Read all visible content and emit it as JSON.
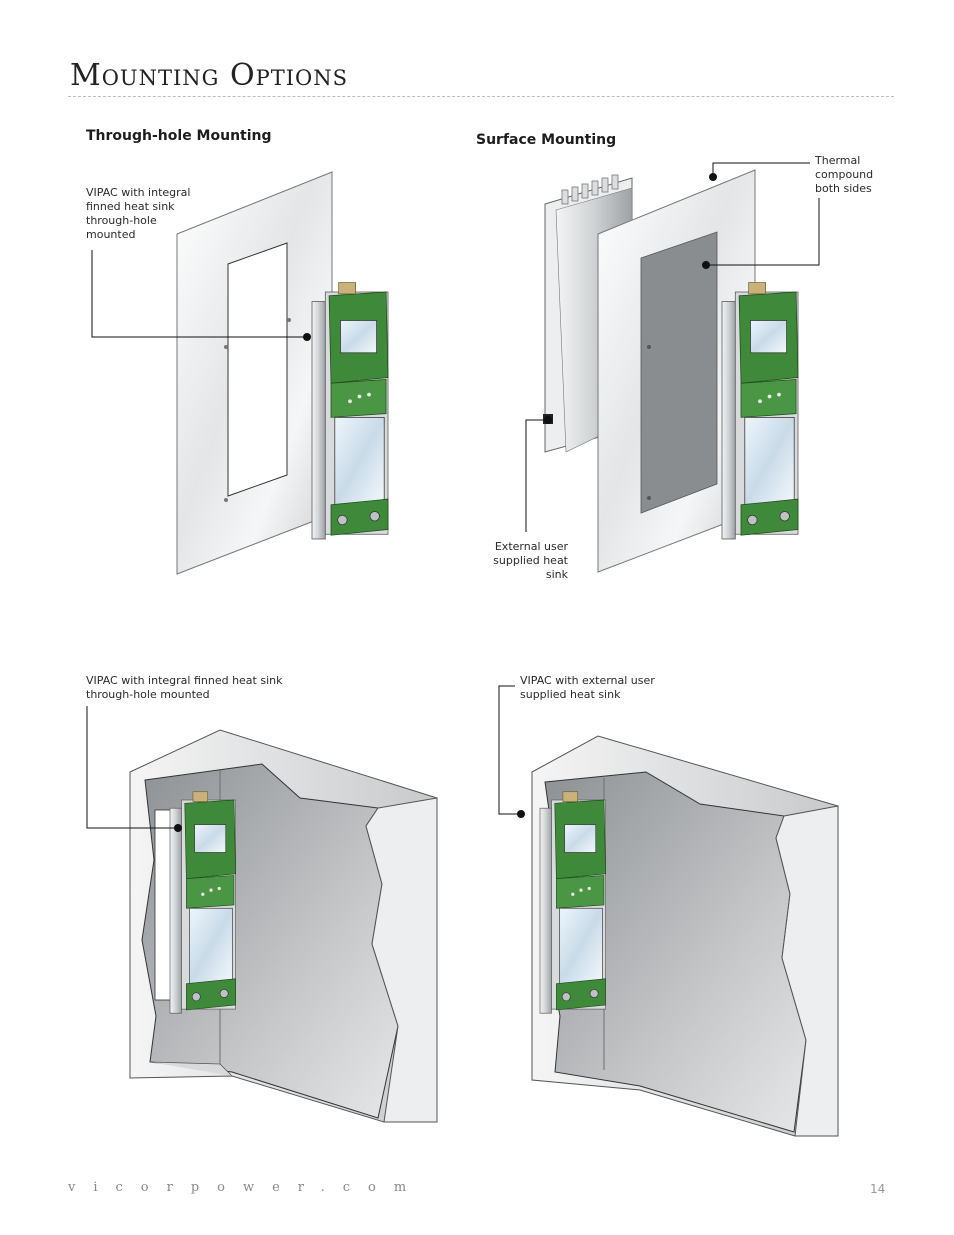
{
  "page": {
    "title": "Mounting Options",
    "footer_url": "vicorpower.com",
    "page_number": "14"
  },
  "sections": {
    "through_hole": {
      "heading": "Through-hole Mounting"
    },
    "surface": {
      "heading": "Surface Mounting"
    }
  },
  "labels": {
    "integral_heat_sink": "VIPAC with integral\nfinned heat sink\nthrough-hole\nmounted",
    "thermal_compound": "Thermal\ncompound\nboth sides",
    "external_heat_sink": "External user\nsupplied heat sink",
    "enclosure_integral": "VIPAC with integral finned heat sink\nthrough-hole mounted",
    "enclosure_external": "VIPAC with external user\nsupplied heat sink"
  },
  "colors": {
    "pcb_green": "#3f8a3a",
    "panel_grey": "#d9dcdf",
    "compound_grey": "#8a8d90",
    "leader": "#111111"
  }
}
